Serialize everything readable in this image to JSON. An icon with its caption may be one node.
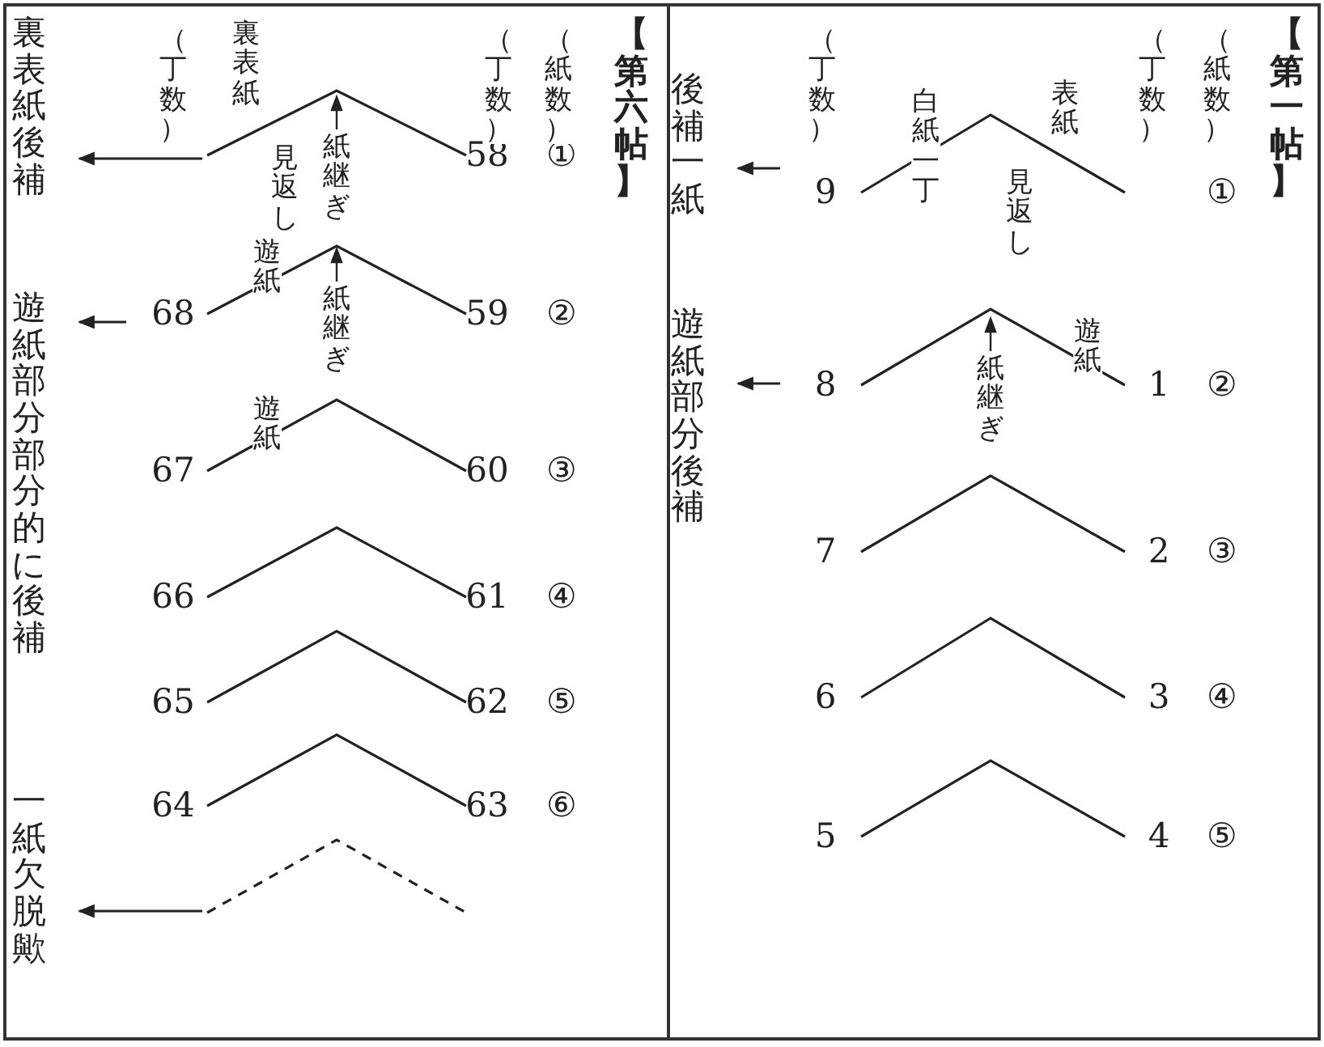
{
  "diagram": {
    "nodes": [
      {
        "text": [
          "【第一帖】"
        ]
      },
      {
        "text": [
          "後補一紙"
        ],
        "in": 0
      },
      {
        "text": [
          "遊紙部分後補"
        ],
        "in": 0
      },
      {
        "text": [],
        "shape": "chevron",
        "in": 0,
        "beside": [
          "①",
          "9"
        ]
      },
      {
        "text": [],
        "shape": "chevron",
        "in": 0,
        "beside": [
          "②",
          "1",
          "8"
        ]
      },
      {
        "text": [],
        "shape": "chevron",
        "in": 0,
        "beside": [
          "③",
          "2",
          "7"
        ]
      },
      {
        "text": [],
        "shape": "chevron",
        "in": 0,
        "beside": [
          "④",
          "3",
          "6"
        ]
      },
      {
        "text": [],
        "shape": "chevron",
        "in": 0,
        "beside": [
          "⑤",
          "4",
          "5"
        ]
      },
      {
        "text": [
          "【第六帖】"
        ]
      },
      {
        "text": [
          "裏表紙後補"
        ],
        "in": 8
      },
      {
        "text": [
          "遊紙部分部分的に後補"
        ],
        "in": 8
      },
      {
        "text": [
          "一紙欠脱歟"
        ],
        "in": 8
      },
      {
        "text": [],
        "shape": "chevron",
        "in": 8,
        "beside": [
          "①",
          "58"
        ]
      },
      {
        "text": [],
        "shape": "chevron",
        "in": 8,
        "beside": [
          "②",
          "59",
          "68"
        ]
      },
      {
        "text": [],
        "shape": "chevron",
        "in": 8,
        "beside": [
          "③",
          "60",
          "67"
        ]
      },
      {
        "text": [],
        "shape": "chevron",
        "in": 8,
        "beside": [
          "④",
          "61",
          "66"
        ]
      },
      {
        "text": [],
        "shape": "chevron",
        "in": 8,
        "beside": [
          "⑤",
          "62",
          "65"
        ]
      },
      {
        "text": [],
        "shape": "chevron",
        "in": 8,
        "beside": [
          "⑥",
          "63",
          "64"
        ]
      },
      {
        "text": [],
        "shape": "dashed-chevron",
        "in": 8
      }
    ],
    "edges": [
      {
        "from": 3,
        "to": 1,
        "arrow": "to"
      },
      {
        "from": 4,
        "to": 2,
        "arrow": "to"
      },
      {
        "from": 12,
        "to": 9,
        "arrow": "to"
      },
      {
        "from": 13,
        "to": 10,
        "arrow": "to"
      },
      {
        "from": 18,
        "to": 11,
        "arrow": "to"
      }
    ],
    "labels": [
      "（紙数）",
      "（丁数）",
      "表紙",
      "白紙一丁",
      "見返し",
      "（丁数）",
      "遊紙",
      "紙継ぎ",
      "（紙数）",
      "（丁数）",
      "裏表紙",
      "（丁数）",
      "紙継ぎ",
      "見返し",
      "遊紙",
      "紙継ぎ",
      "遊紙"
    ]
  }
}
